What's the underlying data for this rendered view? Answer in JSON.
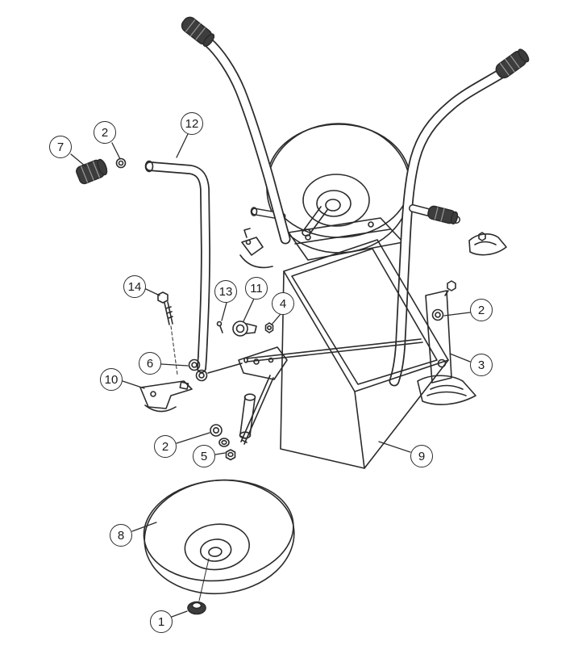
{
  "figure": {
    "type": "exploded-parts-diagram",
    "subject": "two-wheel cart with handlebars, tub body, wheels and mounting hardware",
    "background_color": "#ffffff",
    "line_color": "#2b2b2b",
    "callout_style": {
      "shape": "circle",
      "fill": "#ffffff",
      "border": "#2b2b2b"
    },
    "callouts": [
      {
        "label": "7",
        "part": "handle-end-knob"
      },
      {
        "label": "2",
        "part": "washer"
      },
      {
        "label": "12",
        "part": "left-handle-tube"
      },
      {
        "label": "14",
        "part": "hex-bolt"
      },
      {
        "label": "13",
        "part": "pin"
      },
      {
        "label": "11",
        "part": "clamp"
      },
      {
        "label": "4",
        "part": "nut"
      },
      {
        "label": "2",
        "part": "washer"
      },
      {
        "label": "3",
        "part": "mounting-bracket"
      },
      {
        "label": "6",
        "part": "washer-pair"
      },
      {
        "label": "10",
        "part": "support-bracket"
      },
      {
        "label": "2",
        "part": "washer"
      },
      {
        "label": "5",
        "part": "lock-nut"
      },
      {
        "label": "9",
        "part": "tub-body"
      },
      {
        "label": "8",
        "part": "front-wheel"
      },
      {
        "label": "1",
        "part": "hub-cap"
      }
    ]
  }
}
